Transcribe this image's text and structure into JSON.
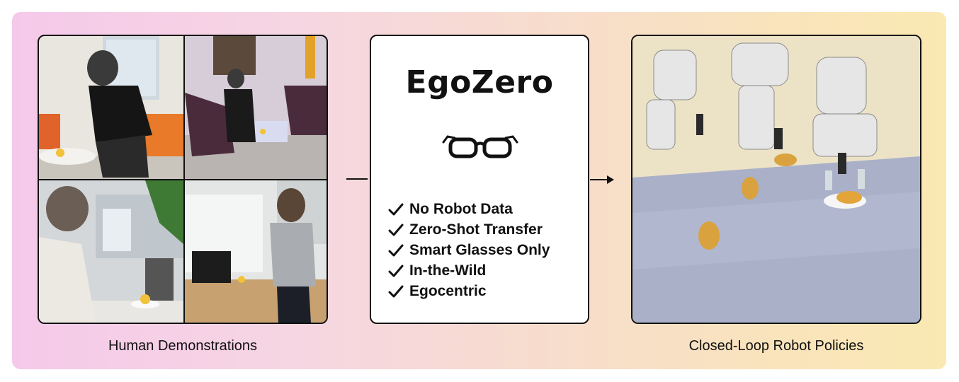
{
  "diagram": {
    "left_caption": "Human Demonstrations",
    "right_caption": "Closed-Loop Robot Policies",
    "center_title": "EgoZero",
    "features": [
      "No Robot Data",
      "Zero-Shot Transfer",
      "Smart Glasses Only",
      "In-the-Wild",
      "Egocentric"
    ],
    "icons": {
      "glasses": "smart-glasses-icon",
      "check": "checkmark-icon",
      "arrow": "right-arrow-icon"
    },
    "colors": {
      "gradient_left": "#f5c9ea",
      "gradient_right": "#fae9b2",
      "border": "#111111"
    }
  }
}
